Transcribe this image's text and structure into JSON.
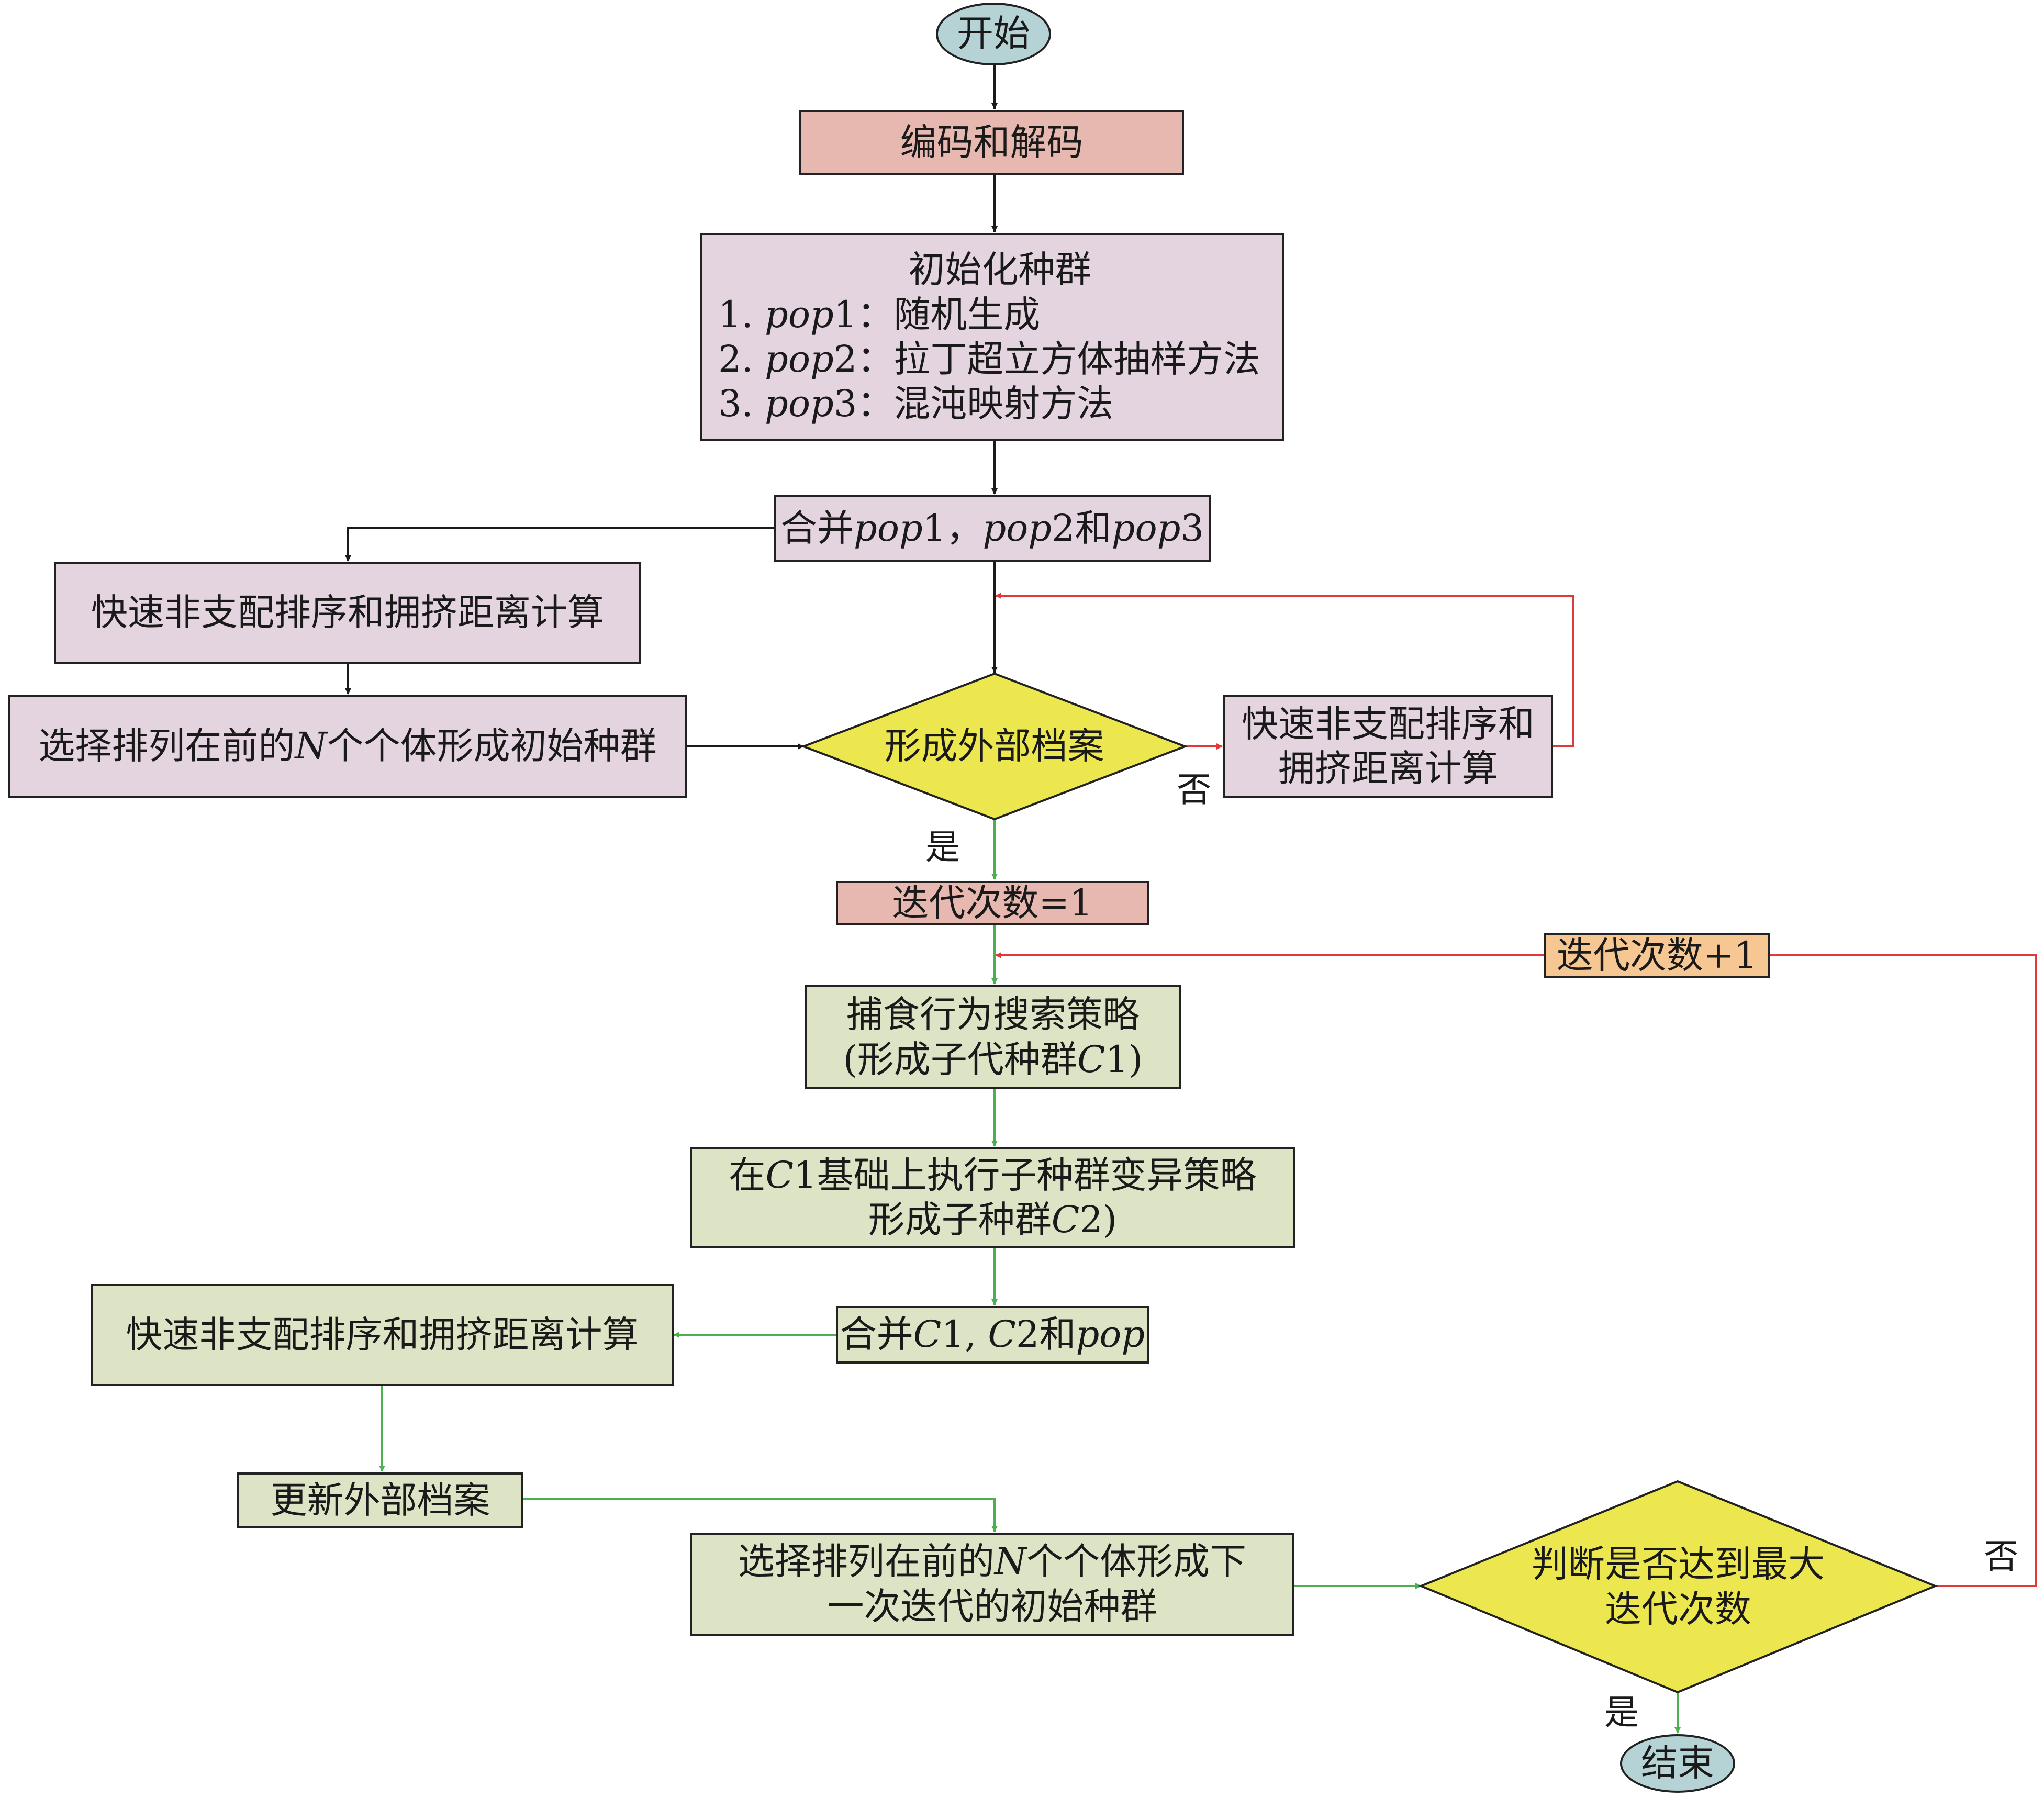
{
  "nodes": {
    "start": "开始",
    "encode": "编码和解码",
    "init_title": "初始化种群",
    "init1": {
      "num": "1. ",
      "var": "pop",
      "idx": "1",
      "sep": "：",
      "text": "随机生成"
    },
    "init2": {
      "num": "2. ",
      "var": "pop",
      "idx": "2",
      "sep": "：",
      "text": "拉丁超立方体抽样方法"
    },
    "init3": {
      "num": "3. ",
      "var": "pop",
      "idx": "3",
      "sep": "：",
      "text": "混沌映射方法"
    },
    "merge1": {
      "a": "合并",
      "v1": "pop",
      "n1": "1，",
      "v2": "pop",
      "n2": "2和",
      "v3": "pop",
      "n3": "3"
    },
    "sort1": "快速非支配排序和拥挤距离计算",
    "select1": {
      "a": "选择排列在前的",
      "n": "N",
      "b": "个个体形成初始种群"
    },
    "archive_decision": "形成外部档案",
    "sort2_line1": "快速非支配排序和",
    "sort2_line2": "拥挤距离计算",
    "iter_init": "迭代次数=1",
    "iter_inc": "迭代次数+1",
    "hunt_line1": "捕食行为搜索策略",
    "hunt_line2": {
      "a": "(形成子代种群",
      "c": "C",
      "b": "1)"
    },
    "mutate_line1": {
      "a": "在",
      "c": "C",
      "b": "1基础上执行子种群变异策略"
    },
    "mutate_line2": {
      "a": "形成子种群",
      "c": "C",
      "b": "2)"
    },
    "merge2": {
      "a": "合并",
      "c1": "C",
      "b": "1, ",
      "c2": "C",
      "d": "2和",
      "v": "pop"
    },
    "sort3": "快速非支配排序和拥挤距离计算",
    "update_archive": "更新外部档案",
    "select2_line1": {
      "a": "选择排列在前的",
      "n": "N",
      "b": "个个体形成下"
    },
    "select2_line2": "一次迭代的初始种群",
    "max_decision_line1": "判断是否达到最大",
    "max_decision_line2": "迭代次数",
    "end": "结束"
  },
  "edge_labels": {
    "archive_no": "否",
    "archive_yes": "是",
    "max_no": "否",
    "max_yes": "是"
  },
  "colors": {
    "terminal": "#b5d2d4",
    "red_box": "#e6b8b0",
    "lavender_box": "#e3d4e0",
    "green_box": "#dde3c5",
    "orange_box": "#f6c793",
    "decision": "#ece64f",
    "black_arrow": "#1a1a1a",
    "red_arrow": "#e0383b",
    "green_arrow": "#4caf50"
  }
}
